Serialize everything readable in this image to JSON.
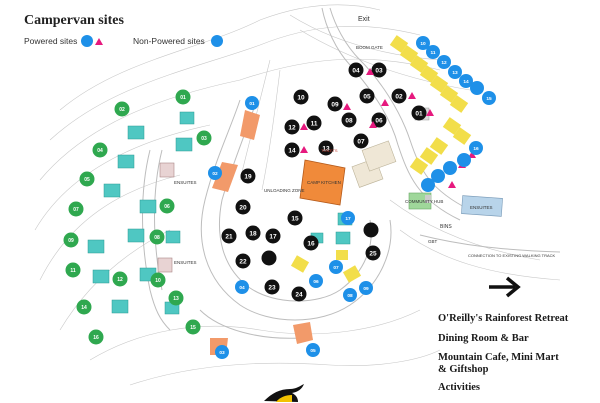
{
  "legend": {
    "title": "Campervan sites",
    "powered": "Powered sites",
    "non_powered": "Non-Powered sites",
    "powered_color": "#1e90e8",
    "triangle_color": "#e6197e",
    "non_powered_color": "#1e90e8"
  },
  "labels": {
    "exit": "Exit",
    "boom_gate": "BOOM GATE",
    "ensuites_1": "ENSUITES",
    "ensuites_2": "ENSUITES",
    "unloading_zone": "UNLOADING ZONE",
    "camp_kitchen": "CAMP KITCHEN",
    "community_hub": "COMMUNITY HUB",
    "ensuites_3": "ENSUITES",
    "bins": "BINS",
    "gbt": "GBT",
    "walking_track": "CONNECTION TO EXISTING WALKING TRACK",
    "toilets": "TOILETS"
  },
  "green_sites": [
    "01",
    "02",
    "03",
    "04",
    "05",
    "06",
    "07",
    "08",
    "09",
    "10",
    "11",
    "12",
    "13",
    "14",
    "15",
    "16"
  ],
  "black_sites": [
    "01",
    "02",
    "03",
    "04",
    "05",
    "06",
    "07",
    "08",
    "09",
    "10",
    "11",
    "12",
    "13",
    "14",
    "15",
    "16",
    "17",
    "18",
    "19",
    "20",
    "21",
    "22",
    "23",
    "24",
    "25"
  ],
  "cv_sites": [
    "01",
    "02",
    "03",
    "04",
    "05",
    "06",
    "07",
    "08",
    "09",
    "10",
    "11",
    "12",
    "13",
    "14",
    "15",
    "16",
    "17"
  ],
  "nav": {
    "retreat": "O'Reilly's Rainforest Retreat",
    "dining": "Dining Room & Bar",
    "cafe_line1": "Mountain Cafe, Mini Mart",
    "cafe_line2": "& Giftshop",
    "activities": "Activities"
  },
  "icons": {
    "arrow": "right-arrow-icon",
    "logo": "bird-logo-icon"
  }
}
